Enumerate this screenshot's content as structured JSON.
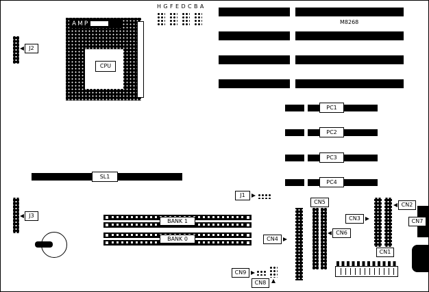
{
  "board": {
    "chipset_label": "M8268",
    "cpu": {
      "socket_brand": "AMP",
      "label": "CPU"
    },
    "jumper_letters": "HGFEDCBA",
    "jumpers": {
      "j1": "J1",
      "j2": "J2",
      "j3": "J3"
    },
    "slots": {
      "sl1": "SL1",
      "pci": [
        "PC1",
        "PC2",
        "PC3",
        "PC4"
      ]
    },
    "memory": {
      "bank1": "BANK 1",
      "bank0": "BANK 0"
    },
    "connectors": {
      "cn1": "CN1",
      "cn2": "CN2",
      "cn3": "CN3",
      "cn4": "CN4",
      "cn5": "CN5",
      "cn6": "CN6",
      "cn7": "CN7",
      "cn8": "CN8",
      "cn9": "CN9"
    },
    "colors": {
      "component": "#000000",
      "background": "#ffffff"
    }
  }
}
